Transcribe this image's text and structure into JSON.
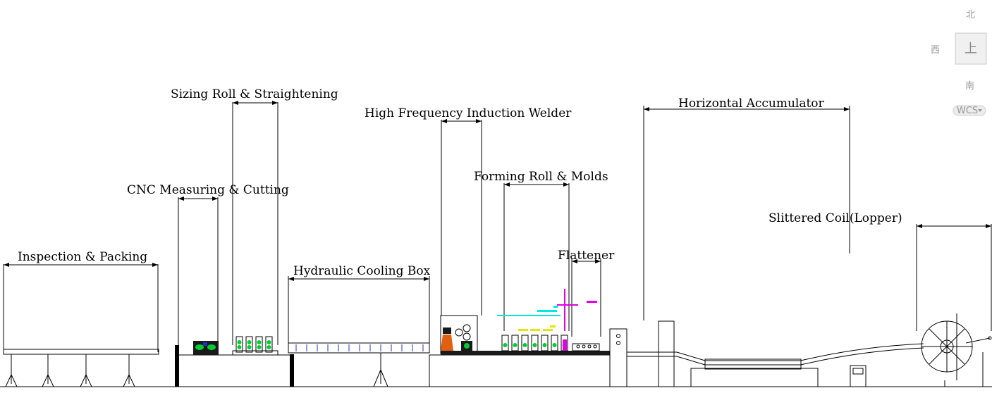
{
  "labels": {
    "inspection": "Inspection & Packing",
    "cnc": "CNC Measuring & Cutting",
    "sizing": "Sizing Roll & Straightening",
    "cooling": "Hydraulic Cooling Box",
    "welder": "High Frequency Induction Welder",
    "forming": "Forming Roll & Molds",
    "flattener": "Flattener",
    "accumulator": "Horizontal Accumulator",
    "coil": "Slittered Coil(Lopper)"
  },
  "viewcube": {
    "north": "北",
    "west": "西",
    "top": "上",
    "south": "南",
    "wcs": "WCS"
  },
  "colors": {
    "line": "#000000",
    "green": "#00cc33",
    "cyan": "#00e5e5",
    "magenta": "#e000e0",
    "yellow": "#e6e600",
    "orange": "#e06010",
    "blue": "#2030c0",
    "viewcube_grey": "#9a9a9a"
  }
}
